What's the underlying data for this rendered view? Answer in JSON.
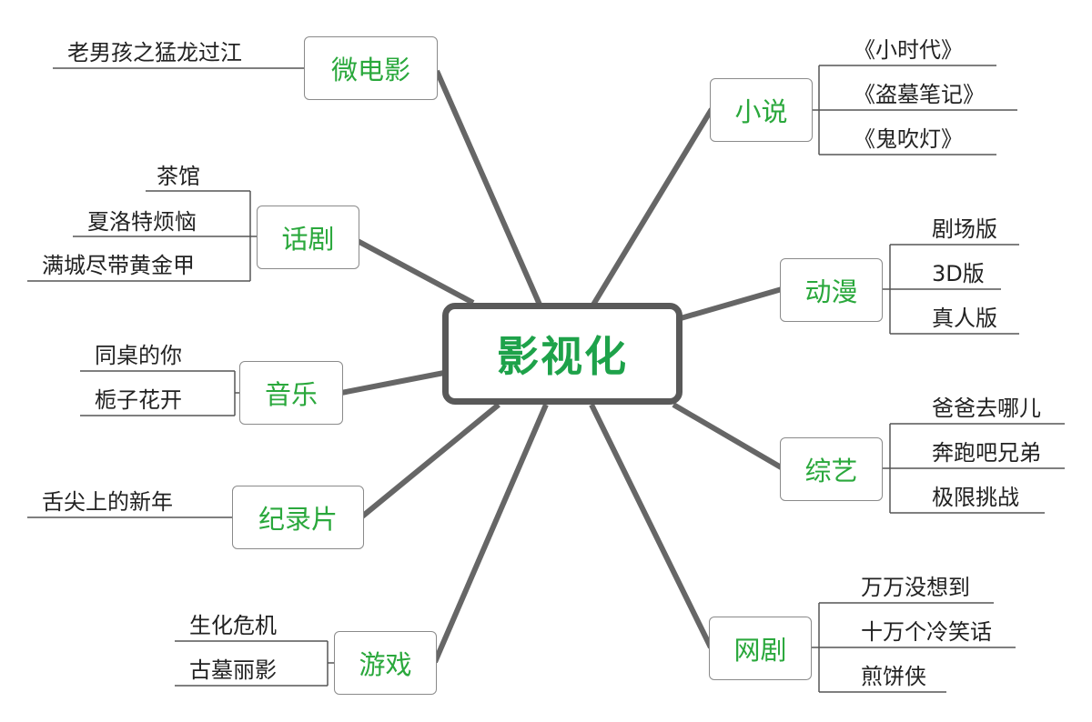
{
  "center": {
    "label": "影视化",
    "color": "#1ea24a"
  },
  "branches": [
    {
      "label": "微电影",
      "children": [
        "老男孩之猛龙过江"
      ]
    },
    {
      "label": "话剧",
      "children": [
        "茶馆",
        "夏洛特烦恼",
        "满城尽带黄金甲"
      ]
    },
    {
      "label": "音乐",
      "children": [
        "同桌的你",
        "栀子花开"
      ]
    },
    {
      "label": "纪录片",
      "children": [
        "舌尖上的新年"
      ]
    },
    {
      "label": "游戏",
      "children": [
        "生化危机",
        "古墓丽影"
      ]
    },
    {
      "label": "小说",
      "children": [
        "《小时代》",
        "《盗墓笔记》",
        "《鬼吹灯》"
      ]
    },
    {
      "label": "动漫",
      "children": [
        "剧场版",
        "3D版",
        "真人版"
      ]
    },
    {
      "label": "综艺",
      "children": [
        "爸爸去哪儿",
        "奔跑吧兄弟",
        "极限挑战"
      ]
    },
    {
      "label": "网剧",
      "children": [
        "万万没想到",
        "十万个冷笑话",
        "煎饼侠"
      ]
    }
  ],
  "colors": {
    "branch_text": "#2aa83c",
    "connector": "#666666",
    "leaf_line": "#555555"
  }
}
